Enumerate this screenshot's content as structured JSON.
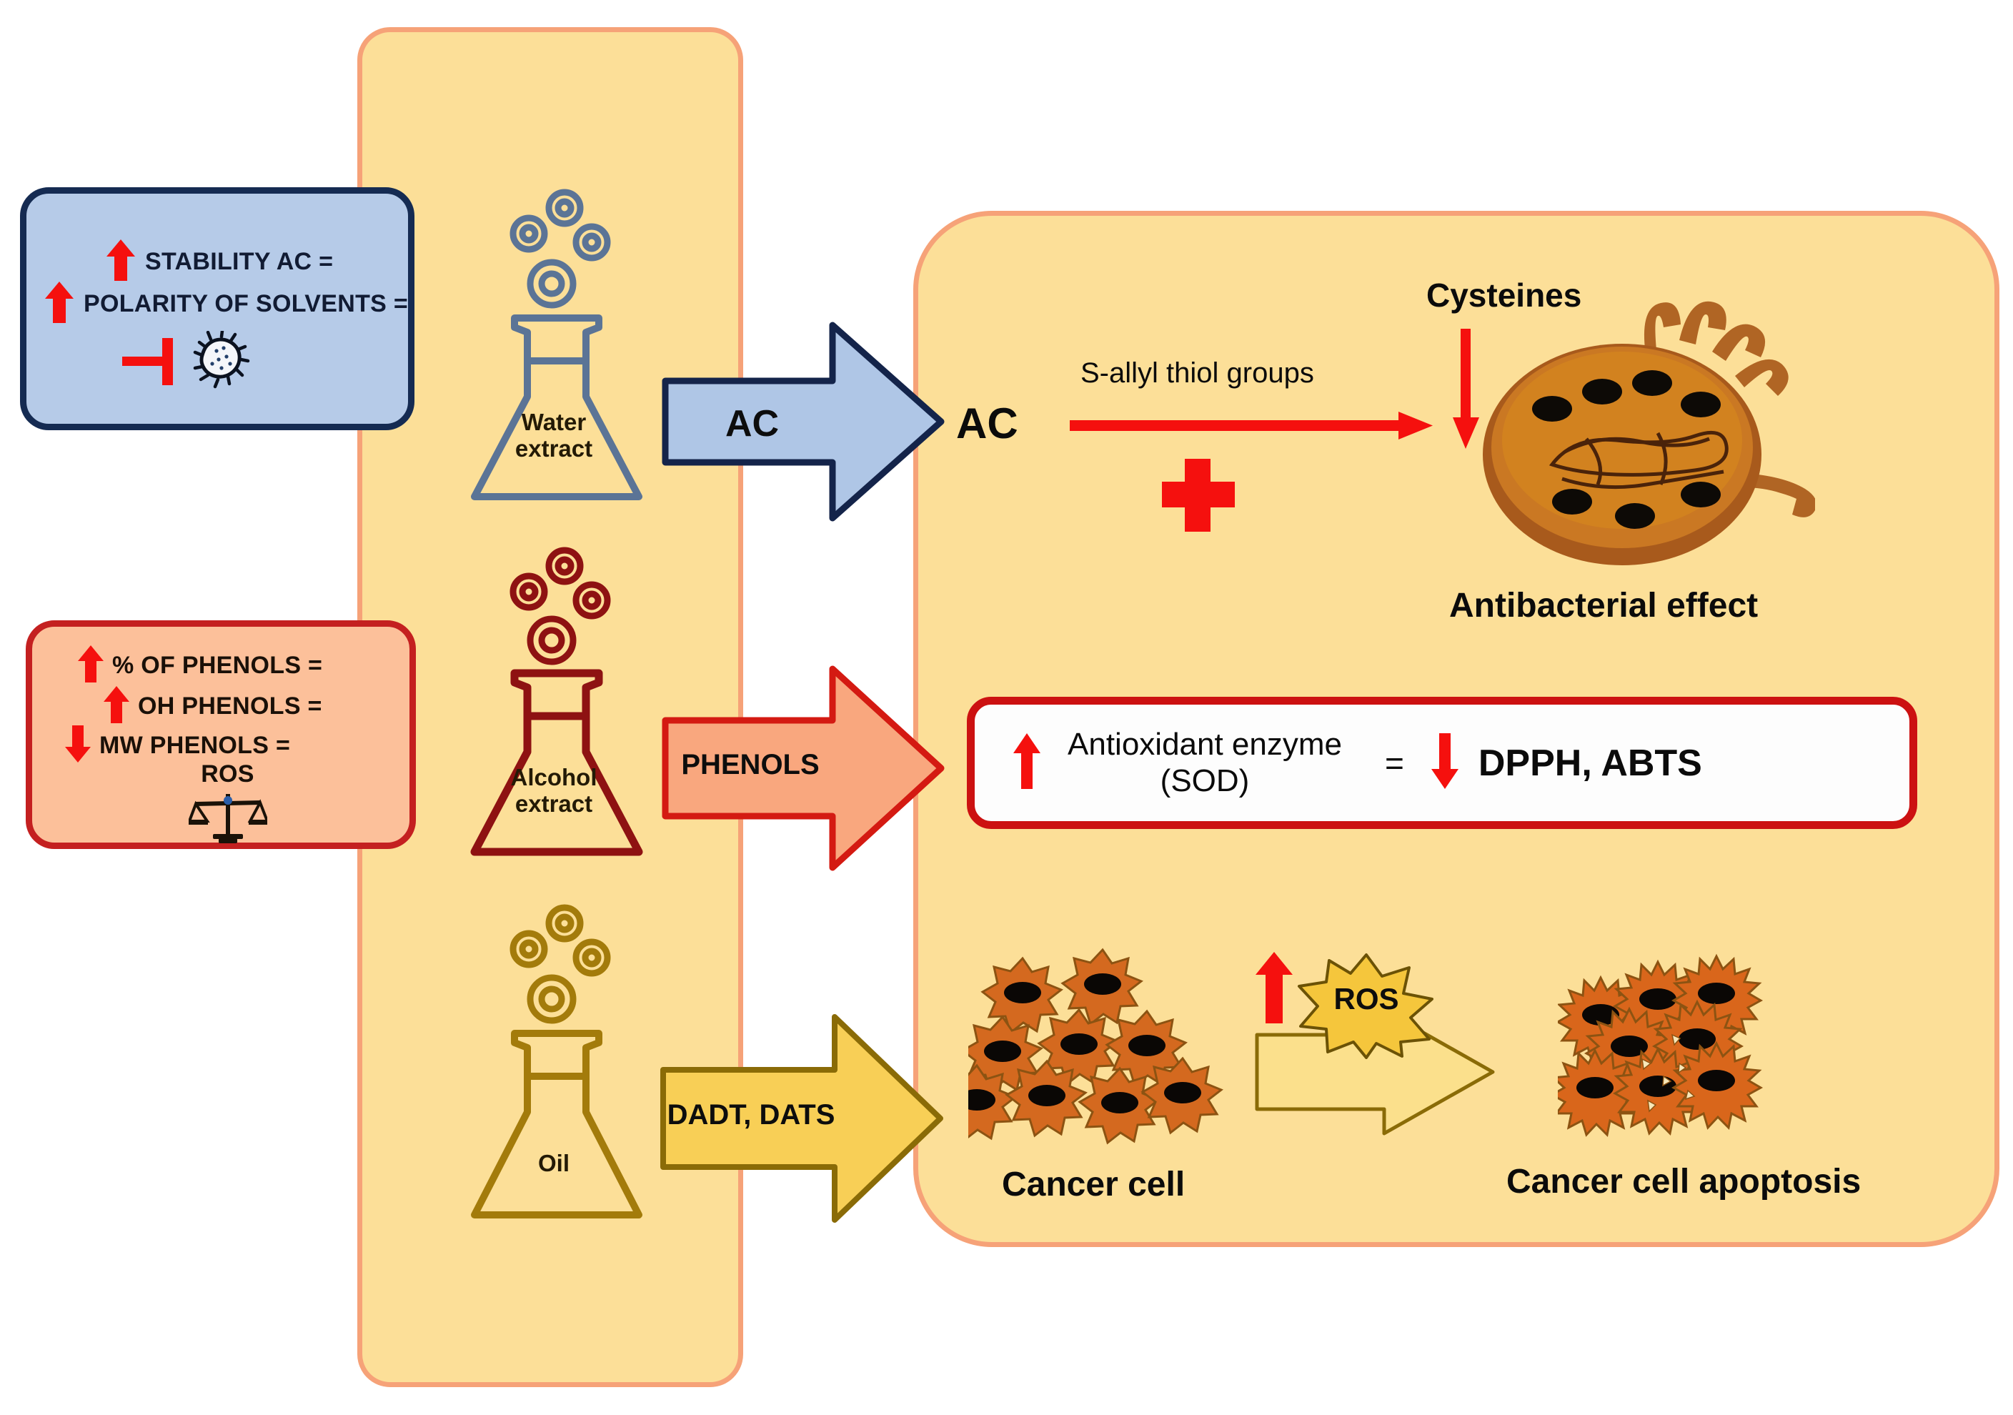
{
  "figure": {
    "title": "Garlic extract bioactivity overview",
    "colors": {
      "panel_fill": "#FCDF98",
      "panel_border": "#F6A278",
      "blue_fill": "#B6CBE8",
      "blue_border": "#152B52",
      "orange_fill": "#FCC09A",
      "orange_border": "#C42020",
      "red_accent": "#F5100E",
      "dark_red": "#CC1111",
      "gold": "#F5C63C",
      "bacteria_body": "#C8701F",
      "cancer_cell": "#DE6B1E"
    }
  },
  "blue_box": {
    "name": "stability-polarity-box",
    "lines": [
      {
        "icon": "up-arrow",
        "text": "STABILITY AC ="
      },
      {
        "icon": "up-arrow",
        "text": "POLARITY OF SOLVENTS ="
      }
    ],
    "footer": {
      "icon_inhibition": "inhibition-bar",
      "icon_microbe": "bacteria-icon"
    }
  },
  "orange_box": {
    "name": "phenols-box",
    "lines": [
      {
        "icon": "up-arrow",
        "text": "% OF PHENOLS ="
      },
      {
        "icon": "up-arrow",
        "text": "OH PHENOLS ="
      },
      {
        "icon": "down-arrow",
        "text": "MW PHENOLS ="
      },
      {
        "icon": "none",
        "text": "ROS"
      }
    ],
    "footer": {
      "icon_balance": "balance-scale-icon"
    }
  },
  "flasks": [
    {
      "name": "water-extract-flask",
      "label_line1": "Water",
      "label_line2": "extract",
      "color": "#5B7496",
      "bubble_color": "#5B7496"
    },
    {
      "name": "alcohol-extract-flask",
      "label_line1": "Alcohol",
      "label_line2": "extract",
      "color": "#8E1212",
      "bubble_color": "#9C1414"
    },
    {
      "name": "oil-flask",
      "label_line1": "Oil",
      "label_line2": "",
      "color": "#A37B0B",
      "bubble_color": "#A37B0B"
    }
  ],
  "block_arrows": [
    {
      "name": "ac-arrow",
      "label": "AC",
      "fill": "#AFC6E6",
      "stroke": "#14244A"
    },
    {
      "name": "phenols-arrow",
      "label": "PHENOLS",
      "fill": "#F9A77E",
      "stroke": "#D41A12"
    },
    {
      "name": "dadt-dats-arrow",
      "label": "DADT, DATS",
      "fill": "#F8CF56",
      "stroke": "#8A6B07"
    },
    {
      "name": "ros-arrow",
      "label": "",
      "fill": "#FBE08C",
      "stroke": "#8A6B07"
    }
  ],
  "antibacterial": {
    "ac_label": "AC",
    "reaction_label": "S-allyl thiol groups",
    "plus_symbol": "+",
    "cysteines_label": "Cysteines",
    "caption": "Antibacterial effect"
  },
  "antioxidant": {
    "up_arrow": "up-arrow",
    "enzyme_line1": "Antioxidant enzyme",
    "enzyme_line2": "(SOD)",
    "equals": "=",
    "down_arrow": "down-arrow",
    "assays": "DPPH, ABTS"
  },
  "apoptosis": {
    "cancer_caption": "Cancer cell",
    "ros_label": "ROS",
    "ros_up_arrow": "up-arrow",
    "apoptosis_caption": "Cancer cell apoptosis"
  }
}
